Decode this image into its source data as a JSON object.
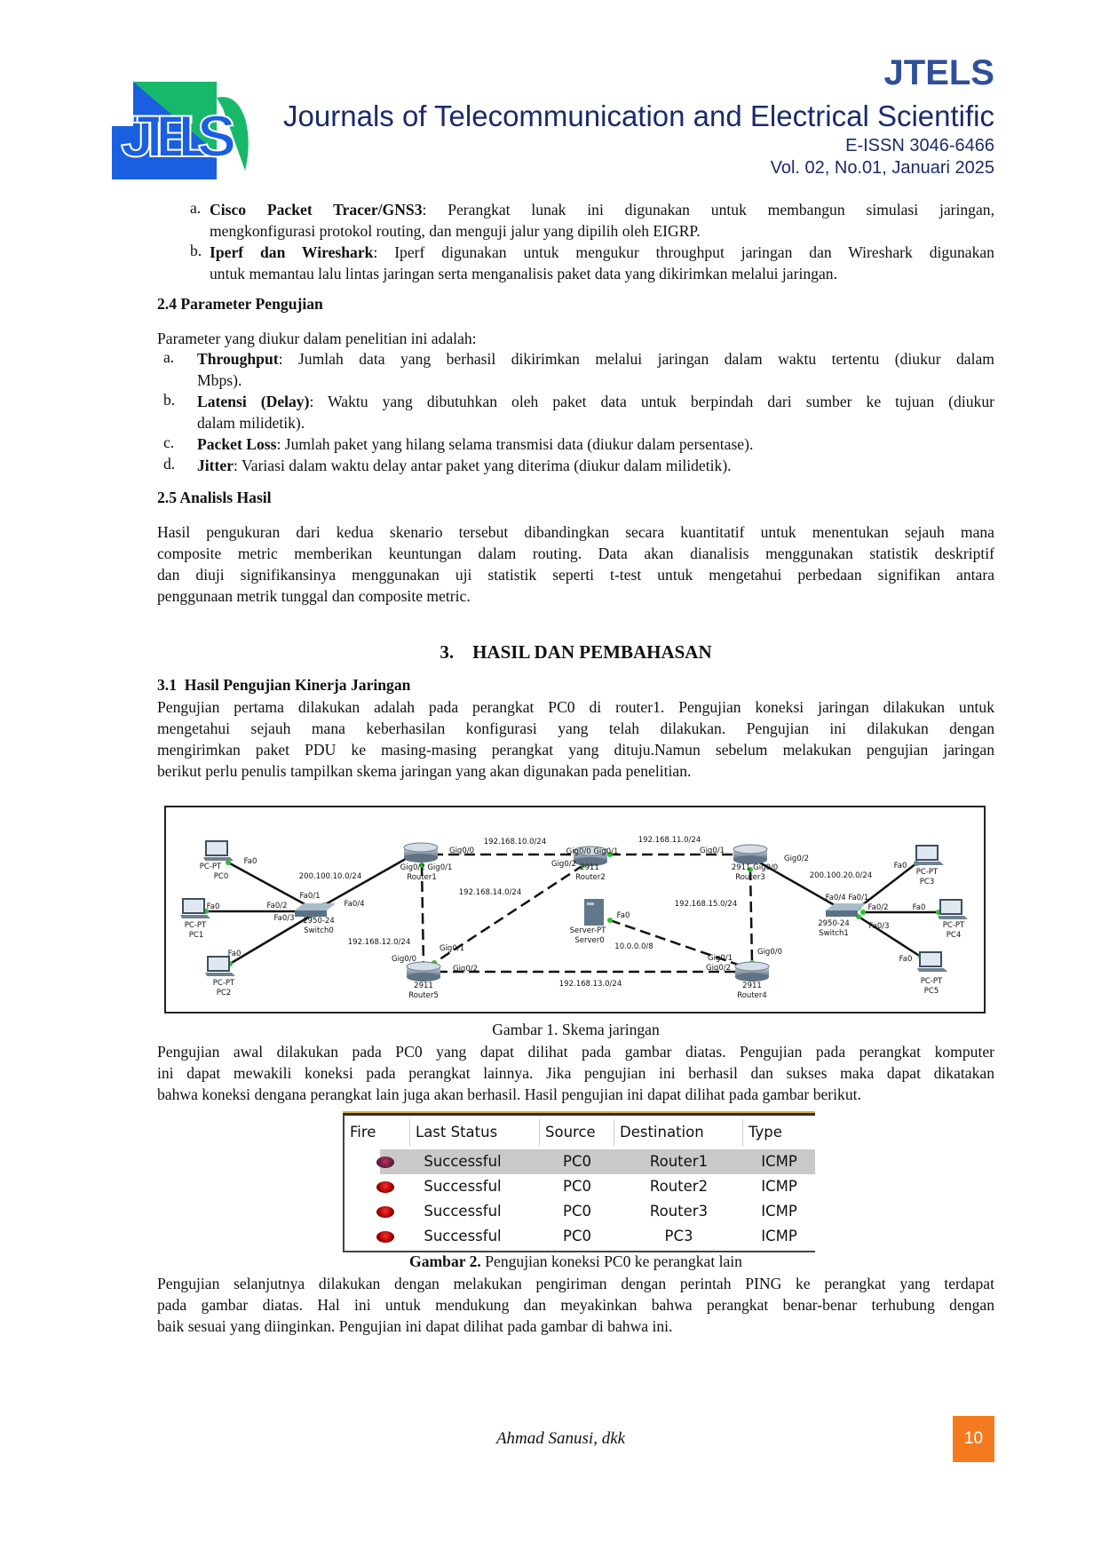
{
  "header": {
    "logo_text": "JTELS",
    "brand": "JTELS",
    "journal_name": "Journals of Telecommunication and Electrical Scientific",
    "issn": "E-ISSN 3046-6466",
    "volume": "Vol. 02, No.01, Januari 2025",
    "colors": {
      "navy": "#1b2a6b",
      "brand_blue": "#2f4f9a",
      "logo_blue": "#1a5fe0",
      "logo_green": "#18b86a"
    }
  },
  "tools_list": [
    {
      "marker": "a.",
      "term": "Cisco Packet Tracer/GNS3",
      "lines": [
        ": Perangkat lunak ini digunakan untuk membangun simulasi jaringan,",
        "mengkonfigurasi protokol routing, dan menguji jalur yang dipilih oleh EIGRP."
      ]
    },
    {
      "marker": "b.",
      "term": "Iperf dan Wireshark",
      "lines": [
        ": Iperf digunakan untuk mengukur throughput jaringan dan Wireshark digunakan",
        "untuk memantau lalu lintas jaringan serta menganalisis paket data yang dikirimkan melalui jaringan."
      ]
    }
  ],
  "section_2_4": {
    "heading": "2.4 Parameter Pengujian",
    "intro": "Parameter yang diukur dalam penelitian ini adalah:",
    "items": [
      {
        "marker": "a.",
        "term": "Throughput",
        "lines": [
          ": Jumlah data yang berhasil dikirimkan melalui jaringan dalam waktu tertentu (diukur dalam",
          "Mbps)."
        ]
      },
      {
        "marker": "b.",
        "term": "Latensi (Delay)",
        "lines": [
          ": Waktu yang dibutuhkan oleh paket data untuk berpindah dari sumber ke tujuan (diukur",
          "dalam milidetik)."
        ]
      },
      {
        "marker": "c.",
        "term": "Packet Loss",
        "lines": [
          ": Jumlah paket yang hilang selama transmisi data (diukur dalam persentase)."
        ]
      },
      {
        "marker": "d.",
        "term": "Jitter",
        "lines": [
          ": Variasi dalam waktu delay antar paket yang diterima (diukur dalam milidetik)."
        ]
      }
    ]
  },
  "section_2_5": {
    "heading": "2.5 Analisls Hasil",
    "lines": [
      "Hasil pengukuran dari kedua skenario tersebut dibandingkan secara kuantitatif untuk menentukan sejauh mana",
      "composite metric memberikan keuntungan dalam routing. Data akan dianalisis menggunakan statistik deskriptif",
      "dan diuji signifikansinya menggunakan uji statistik seperti t-test untuk mengetahui perbedaan signifikan antara",
      "penggunaan metrik tunggal dan composite metric."
    ]
  },
  "section_3": {
    "number": "3.",
    "heading": "HASIL DAN PEMBAHASAN",
    "sub_heading": "3.1  Hasil Pengujian Kinerja Jaringan",
    "para1": [
      "Pengujian pertama dilakukan adalah pada perangkat PC0 di router1. Pengujian koneksi jaringan dilakukan untuk",
      "mengetahui sejauh mana keberhasilan konfigurasi yang telah dilakukan. Pengujian ini dilakukan dengan",
      "mengirimkan paket PDU ke masing-masing perangkat yang dituju.Namun sebelum melakukan pengujian jaringan",
      "berikut perlu penulis tampilkan skema jaringan yang akan digunakan pada penelitian."
    ],
    "figure1_caption": "Gambar 1. Skema jaringan",
    "para2": [
      "Pengujian awal dilakukan pada PC0 yang dapat dilihat pada gambar diatas. Pengujian pada perangkat komputer",
      "ini dapat mewakili koneksi pada perangkat lainnya. Jika pengujian ini berhasil dan sukses maka dapat dikatakan",
      "bahwa koneksi dengana perangkat lain juga akan berhasil. Hasil pengujian ini dapat dilihat pada gambar berikut."
    ],
    "figure2_caption_bold": "Gambar 2.",
    "figure2_caption": " Pengujian koneksi PC0 ke perangkat lain",
    "para3": [
      "Pengujian selanjutnya dilakukan dengan melakukan pengiriman dengan perintah PING ke perangkat yang terdapat",
      "pada gambar diatas. Hal ini untuk mendukung dan meyakinkan bahwa perangkat benar-benar terhubung dengan",
      "baik sesuai yang diinginkan. Pengujian ini dapat dilihat pada gambar di bahwa ini."
    ]
  },
  "network_diagram": {
    "labels": [
      "Fa0",
      "PC-PT",
      "PC0",
      "200.100.10.0/24",
      "Fa0/1",
      "Fa0/2",
      "Fa0",
      "Fa0/3",
      "2950-24",
      "Switch0",
      "Fa0/4",
      "PC-PT",
      "PC1",
      "Fa0",
      "PC-PT",
      "PC2",
      "Gig0/0",
      "Gig0/2 Gig0/1",
      "Router1",
      "192.168.10.0/24",
      "192.168.14.0/24",
      "192.168.12.0/24",
      "Gig0/1",
      "Gig0/0",
      "2911",
      "Router5",
      "Gig0/2",
      "Gig0/2",
      "Gig0/0 Gig0/1",
      "2911",
      "Router2",
      "Server-PT",
      "Server0",
      "192.168.11.0/24",
      "Gig0/1",
      "Gig0/2",
      "2911 Gig0/0",
      "Router3",
      "200.100.20.0/24",
      "192.168.15.0/24",
      "Fa0",
      "10.0.0.0/8",
      "Gig0/0",
      "Gig0/1",
      "Gig0/2",
      "2911",
      "Router4",
      "192.168.13.0/24",
      "Fa0/4 Fa0/1",
      "Fa0/2",
      "2950-24",
      "Fa0/3",
      "Switch1",
      "Fa0",
      "PC-PT",
      "PC3",
      "Fa0",
      "PC-PT",
      "PC4",
      "Fa0",
      "PC-PT",
      "PC5"
    ]
  },
  "ping_table": {
    "columns": [
      "Fire",
      "Last Status",
      "Source",
      "Destination",
      "Type"
    ],
    "rows": [
      {
        "status": "Successful",
        "source": "PC0",
        "destination": "Router1",
        "type": "ICMP",
        "selected": true
      },
      {
        "status": "Successful",
        "source": "PC0",
        "destination": "Router2",
        "type": "ICMP",
        "selected": false
      },
      {
        "status": "Successful",
        "source": "PC0",
        "destination": "Router3",
        "type": "ICMP",
        "selected": false
      },
      {
        "status": "Successful",
        "source": "PC0",
        "destination": "PC3",
        "type": "ICMP",
        "selected": false
      }
    ]
  },
  "footer": {
    "authors": "Ahmad Sanusi, dkk",
    "page_number": "10",
    "page_color": "#f47a20"
  }
}
